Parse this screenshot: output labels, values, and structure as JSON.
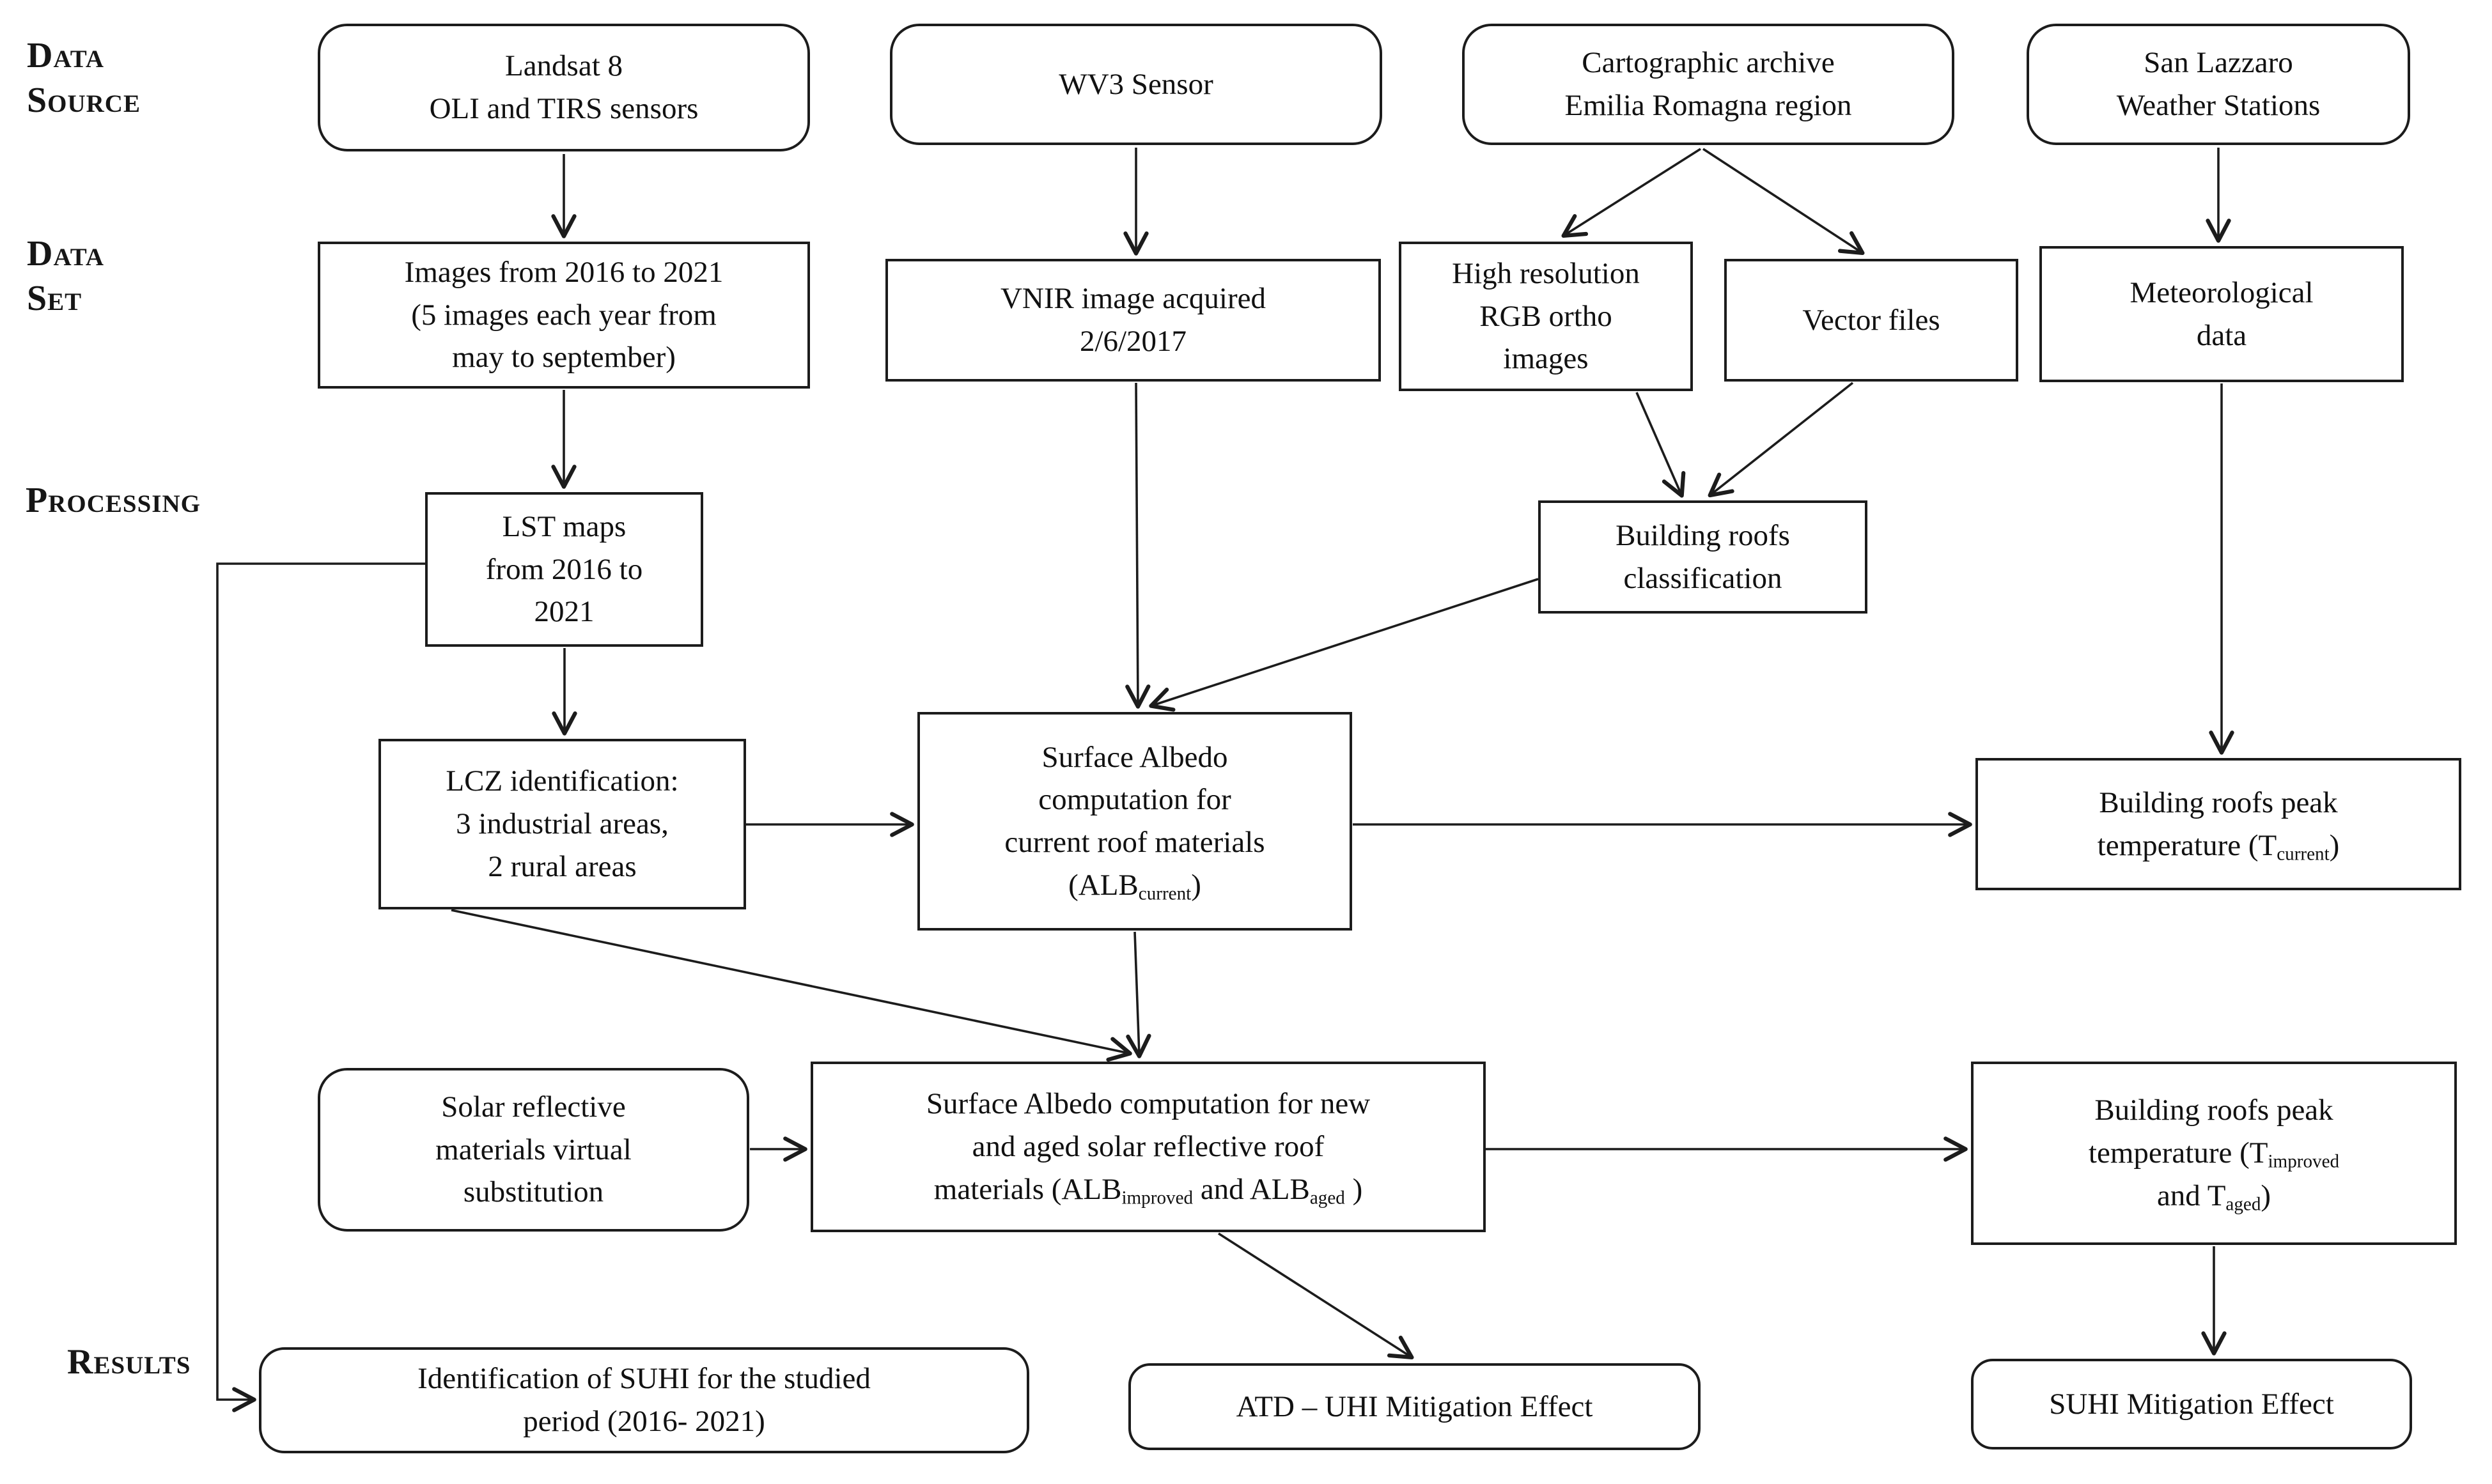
{
  "figure_colors": {
    "background": "#ffffff",
    "line": "#1c1c1c"
  },
  "row_labels": {
    "data_source": {
      "line1": "Data",
      "line2": "Source"
    },
    "data_set": {
      "line1": "Data",
      "line2": "Set"
    },
    "processing": {
      "line1": "Processing"
    },
    "results": {
      "line1": "Results"
    }
  },
  "boxes": {
    "landsat": {
      "l1": "Landsat 8",
      "l2": "OLI and TIRS sensors"
    },
    "wv3": {
      "l1": "WV3 Sensor"
    },
    "carto": {
      "l1": "Cartographic archive",
      "l2": "Emilia Romagna region"
    },
    "sanlazzaro": {
      "l1": "San Lazzaro",
      "l2": "Weather Stations"
    },
    "images": {
      "l1": "Images from 2016 to 2021",
      "l2": "(5 images each year from",
      "l3": "may to september)"
    },
    "vnir": {
      "l1": "VNIR image acquired",
      "l2": "2/6/2017"
    },
    "highres": {
      "l1": "High resolution",
      "l2": "RGB ortho",
      "l3": "images"
    },
    "vector": {
      "l1": "Vector files"
    },
    "meteo": {
      "l1": "Meteorological",
      "l2": "data"
    },
    "lst": {
      "l1": "LST maps",
      "l2": "from 2016 to",
      "l3": "2021"
    },
    "brclass": {
      "l1": "Building roofs",
      "l2": "classification"
    },
    "lcz": {
      "l1": "LCZ identification:",
      "l2": "3 industrial areas,",
      "l3": "2 rural areas"
    },
    "albcur": {
      "l1": "Surface Albedo",
      "l2": "computation for",
      "l3": "current roof materials",
      "l4a": "(ALB",
      "l4sub": "current",
      "l4b": ")"
    },
    "tcur": {
      "l1": "Building roofs peak",
      "l2a": "temperature (T",
      "l2sub": "current",
      "l2b": ")"
    },
    "solar": {
      "l1": "Solar reflective",
      "l2": "materials virtual",
      "l3": "substitution"
    },
    "albnew": {
      "l1": "Surface Albedo computation for new",
      "l2": "and aged solar reflective roof",
      "l3a": "materials (ALB",
      "l3sub1": "improved",
      "l3b": " and ALB",
      "l3sub2": "aged",
      "l3c": " )"
    },
    "timp": {
      "l1": "Building roofs peak",
      "l2a": "temperature (T",
      "l2sub": "improved",
      "l3a": "and T",
      "l3sub": "aged",
      "l3b": ")"
    },
    "suhiid": {
      "l1": "Identification of SUHI for the studied",
      "l2": "period (2016- 2021)"
    },
    "atd": {
      "l1": "ATD – UHI Mitigation Effect"
    },
    "suhimit": {
      "l1": "SUHI Mitigation Effect"
    }
  }
}
